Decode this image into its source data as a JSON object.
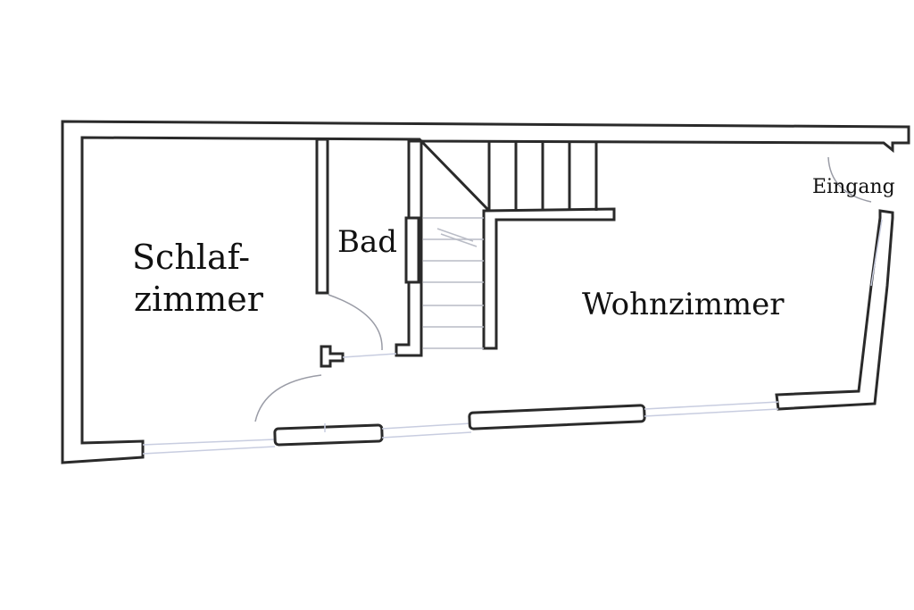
{
  "rooms": {
    "bedroom_line1": "Schlaf-",
    "bedroom_line2": "zimmer",
    "bathroom": "Bad",
    "living_room": "Wohnzimmer",
    "entrance": "Eingang"
  },
  "colors": {
    "wall": "#2a2a2a",
    "window": "#c8cde0",
    "background": "#ffffff"
  }
}
